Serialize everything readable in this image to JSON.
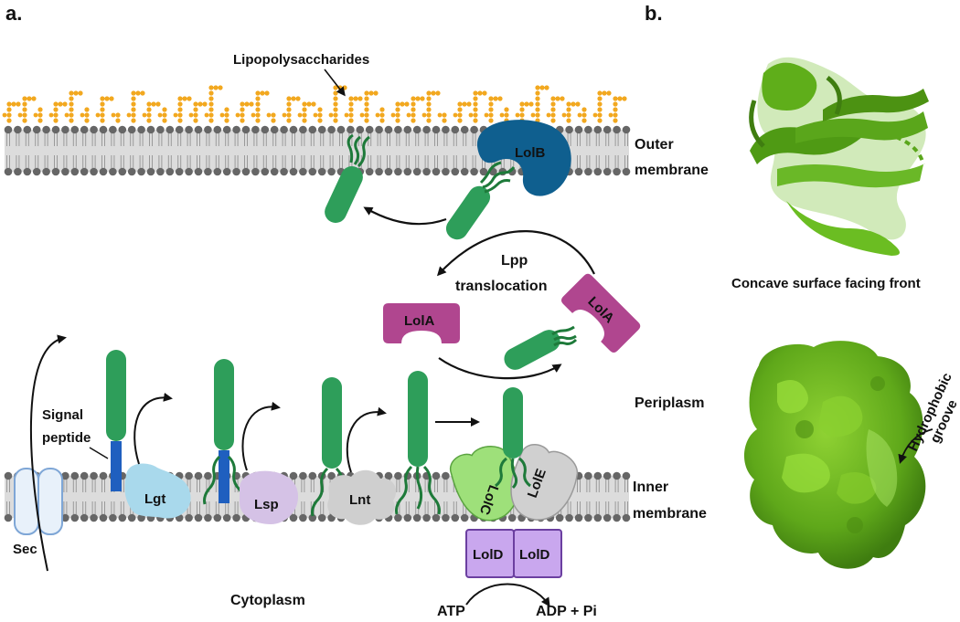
{
  "panels": {
    "a": {
      "tag": "a.",
      "labels": {
        "lipopolysaccharides": "Lipopolysaccharides",
        "outer_membrane_1": "Outer",
        "outer_membrane_2": "membrane",
        "lpp_translocation_1": "Lpp",
        "lpp_translocation_2": "translocation",
        "signal_peptide_1": "Signal",
        "signal_peptide_2": "peptide",
        "inner_membrane_1": "Inner",
        "inner_membrane_2": "membrane",
        "cytoplasm": "Cytoplasm",
        "periplasm": "Periplasm",
        "atp": "ATP",
        "adp_pi": "ADP + Pi"
      },
      "proteins": {
        "lolb": "LolB",
        "lola_left": "LolA",
        "lola_right": "LolA",
        "lgt": "Lgt",
        "lsp": "Lsp",
        "lnt": "Lnt",
        "sec": "Sec",
        "lolc": "LolC",
        "lole": "LolE",
        "lold_left": "LolD",
        "lold_right": "LolD"
      }
    },
    "b": {
      "tag": "b.",
      "labels": {
        "concave_surface": "Concave surface facing front",
        "hydrophobic_1": "Hydrophobic",
        "hydrophobic_2": "groove"
      }
    }
  },
  "colors": {
    "lpp_green": "#2e9e5a",
    "lpp_dark": "#1a7a3f",
    "lipid_tail": "#1e7a3a",
    "signal_peptide": "#1f5fbf",
    "lolb": "#0f5f8f",
    "lola": "#b0468f",
    "lgt": "#a9d9ec",
    "lsp": "#d5c2e6",
    "lnt": "#cfcfcf",
    "lolc": "#9ee07a",
    "lole": "#cfcfcf",
    "lold": "#c9a7ee",
    "lps_sugar": "#f2a81f",
    "membrane_head": "#666666",
    "structure_green": "#5fae1a",
    "surface_green": "#6fb81e"
  }
}
